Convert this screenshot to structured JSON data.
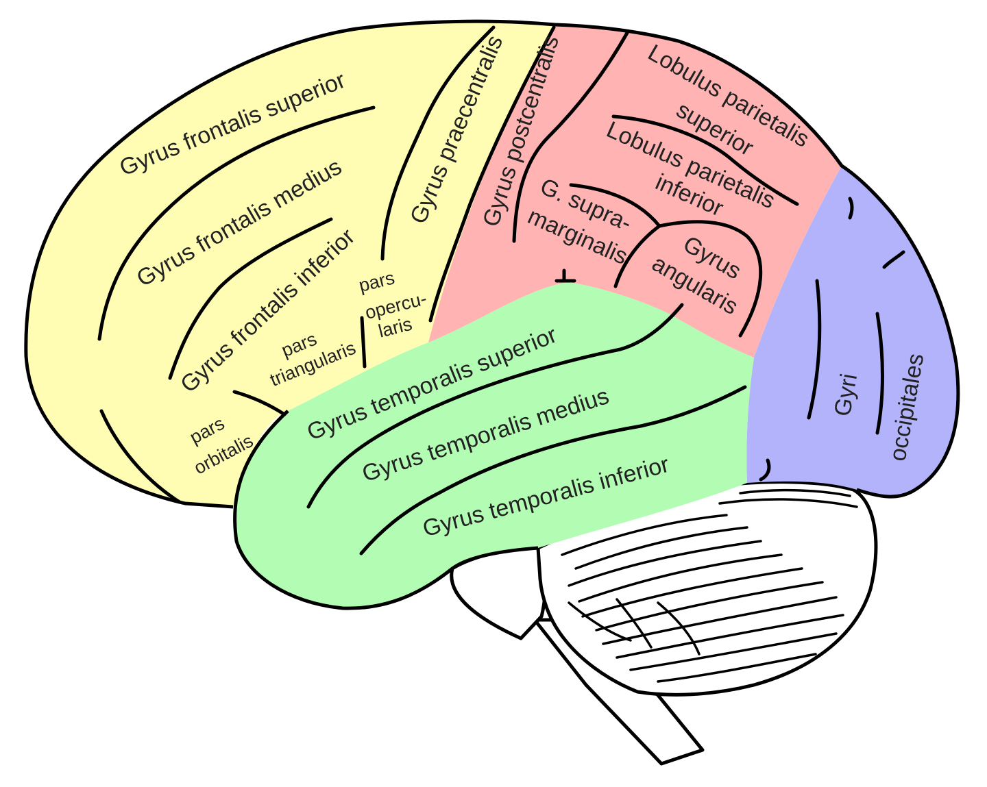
{
  "colors": {
    "frontal": "#FFFCB4",
    "parietal": "#FFB3B3",
    "temporal": "#B3FCB3",
    "occipital": "#B3B3FC",
    "line": "#000000",
    "text": "#222222"
  },
  "labels": {
    "gyrus_frontalis_superior": "Gyrus frontalis superior",
    "gyrus_frontalis_medius": "Gyrus frontalis medius",
    "gyrus_frontalis_inferior": "Gyrus frontalis inferior",
    "gyrus_praecentralis": "Gyrus praecentralis",
    "gyrus_postcentralis": "Gyrus postcentralis",
    "lobulus_parietalis_superior_1": "Lobulus parietalis",
    "lobulus_parietalis_superior_2": "superior",
    "lobulus_parietalis_inferior_1": "Lobulus parietalis",
    "lobulus_parietalis_inferior_2": "inferior",
    "g_supramarginalis_1": "G. supra-",
    "g_supramarginalis_2": "marginalis",
    "gyrus_angularis_1": "Gyrus",
    "gyrus_angularis_2": "angularis",
    "pars_opercularis_1": "pars",
    "pars_opercularis_2": "opercu-",
    "pars_opercularis_3": "laris",
    "pars_triangularis_1": "pars",
    "pars_triangularis_2": "triangularis",
    "pars_orbitalis_1": "pars",
    "pars_orbitalis_2": "orbitalis",
    "gyrus_temporalis_superior": "Gyrus temporalis superior",
    "gyrus_temporalis_medius": "Gyrus temporalis medius",
    "gyrus_temporalis_inferior": "Gyrus temporalis inferior",
    "gyri_occipitales_1": "Gyri",
    "gyri_occipitales_2": "occipitales"
  }
}
